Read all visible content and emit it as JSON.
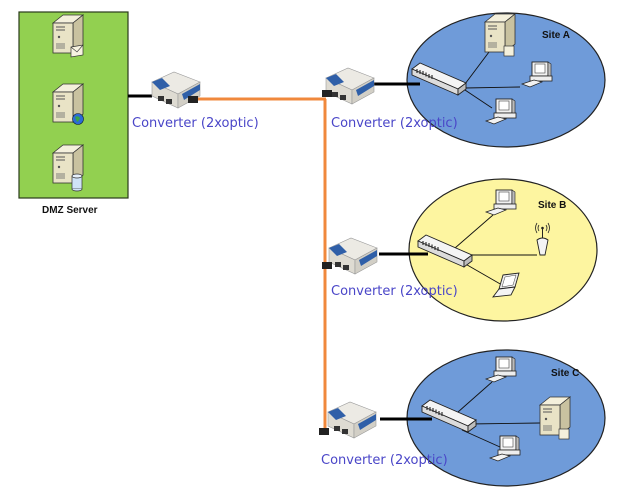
{
  "diagram": {
    "type": "network-topology",
    "colors": {
      "dmz_fill": "#92d050",
      "site_a_fill": "#6f9bd9",
      "site_b_fill": "#fdf5a0",
      "site_c_fill": "#6f9bd9",
      "fiber_line": "#f0883c",
      "copper_line": "#000000",
      "converter_label": "#4a46c8"
    },
    "dmz": {
      "label": "DMZ Server",
      "servers": [
        {
          "icon": "mail-server-icon"
        },
        {
          "icon": "web-server-icon"
        },
        {
          "icon": "database-server-icon"
        }
      ]
    },
    "converters": [
      {
        "label": "Converter (2xoptic)"
      },
      {
        "label": "Converter (2xoptic)"
      },
      {
        "label": "Converter (2xoptic)"
      },
      {
        "label": "Converter (2xoptic)"
      }
    ],
    "sites": [
      {
        "label": "Site A",
        "devices": [
          "switch",
          "server",
          "desktop",
          "desktop"
        ]
      },
      {
        "label": "Site B",
        "devices": [
          "switch",
          "desktop",
          "wireless-access-point",
          "laptop"
        ]
      },
      {
        "label": "Site C",
        "devices": [
          "switch",
          "desktop",
          "server",
          "desktop"
        ]
      }
    ],
    "links": [
      {
        "from": "dmz",
        "to": "converter-1",
        "medium": "copper"
      },
      {
        "from": "converter-1",
        "to": "converter-2",
        "medium": "fiber"
      },
      {
        "from": "converter-2",
        "to": "converter-3",
        "medium": "fiber"
      },
      {
        "from": "converter-3",
        "to": "converter-4",
        "medium": "fiber"
      },
      {
        "from": "converter-2",
        "to": "site-a-switch",
        "medium": "copper"
      },
      {
        "from": "converter-3",
        "to": "site-b-switch",
        "medium": "copper"
      },
      {
        "from": "converter-4",
        "to": "site-c-switch",
        "medium": "copper"
      }
    ]
  }
}
